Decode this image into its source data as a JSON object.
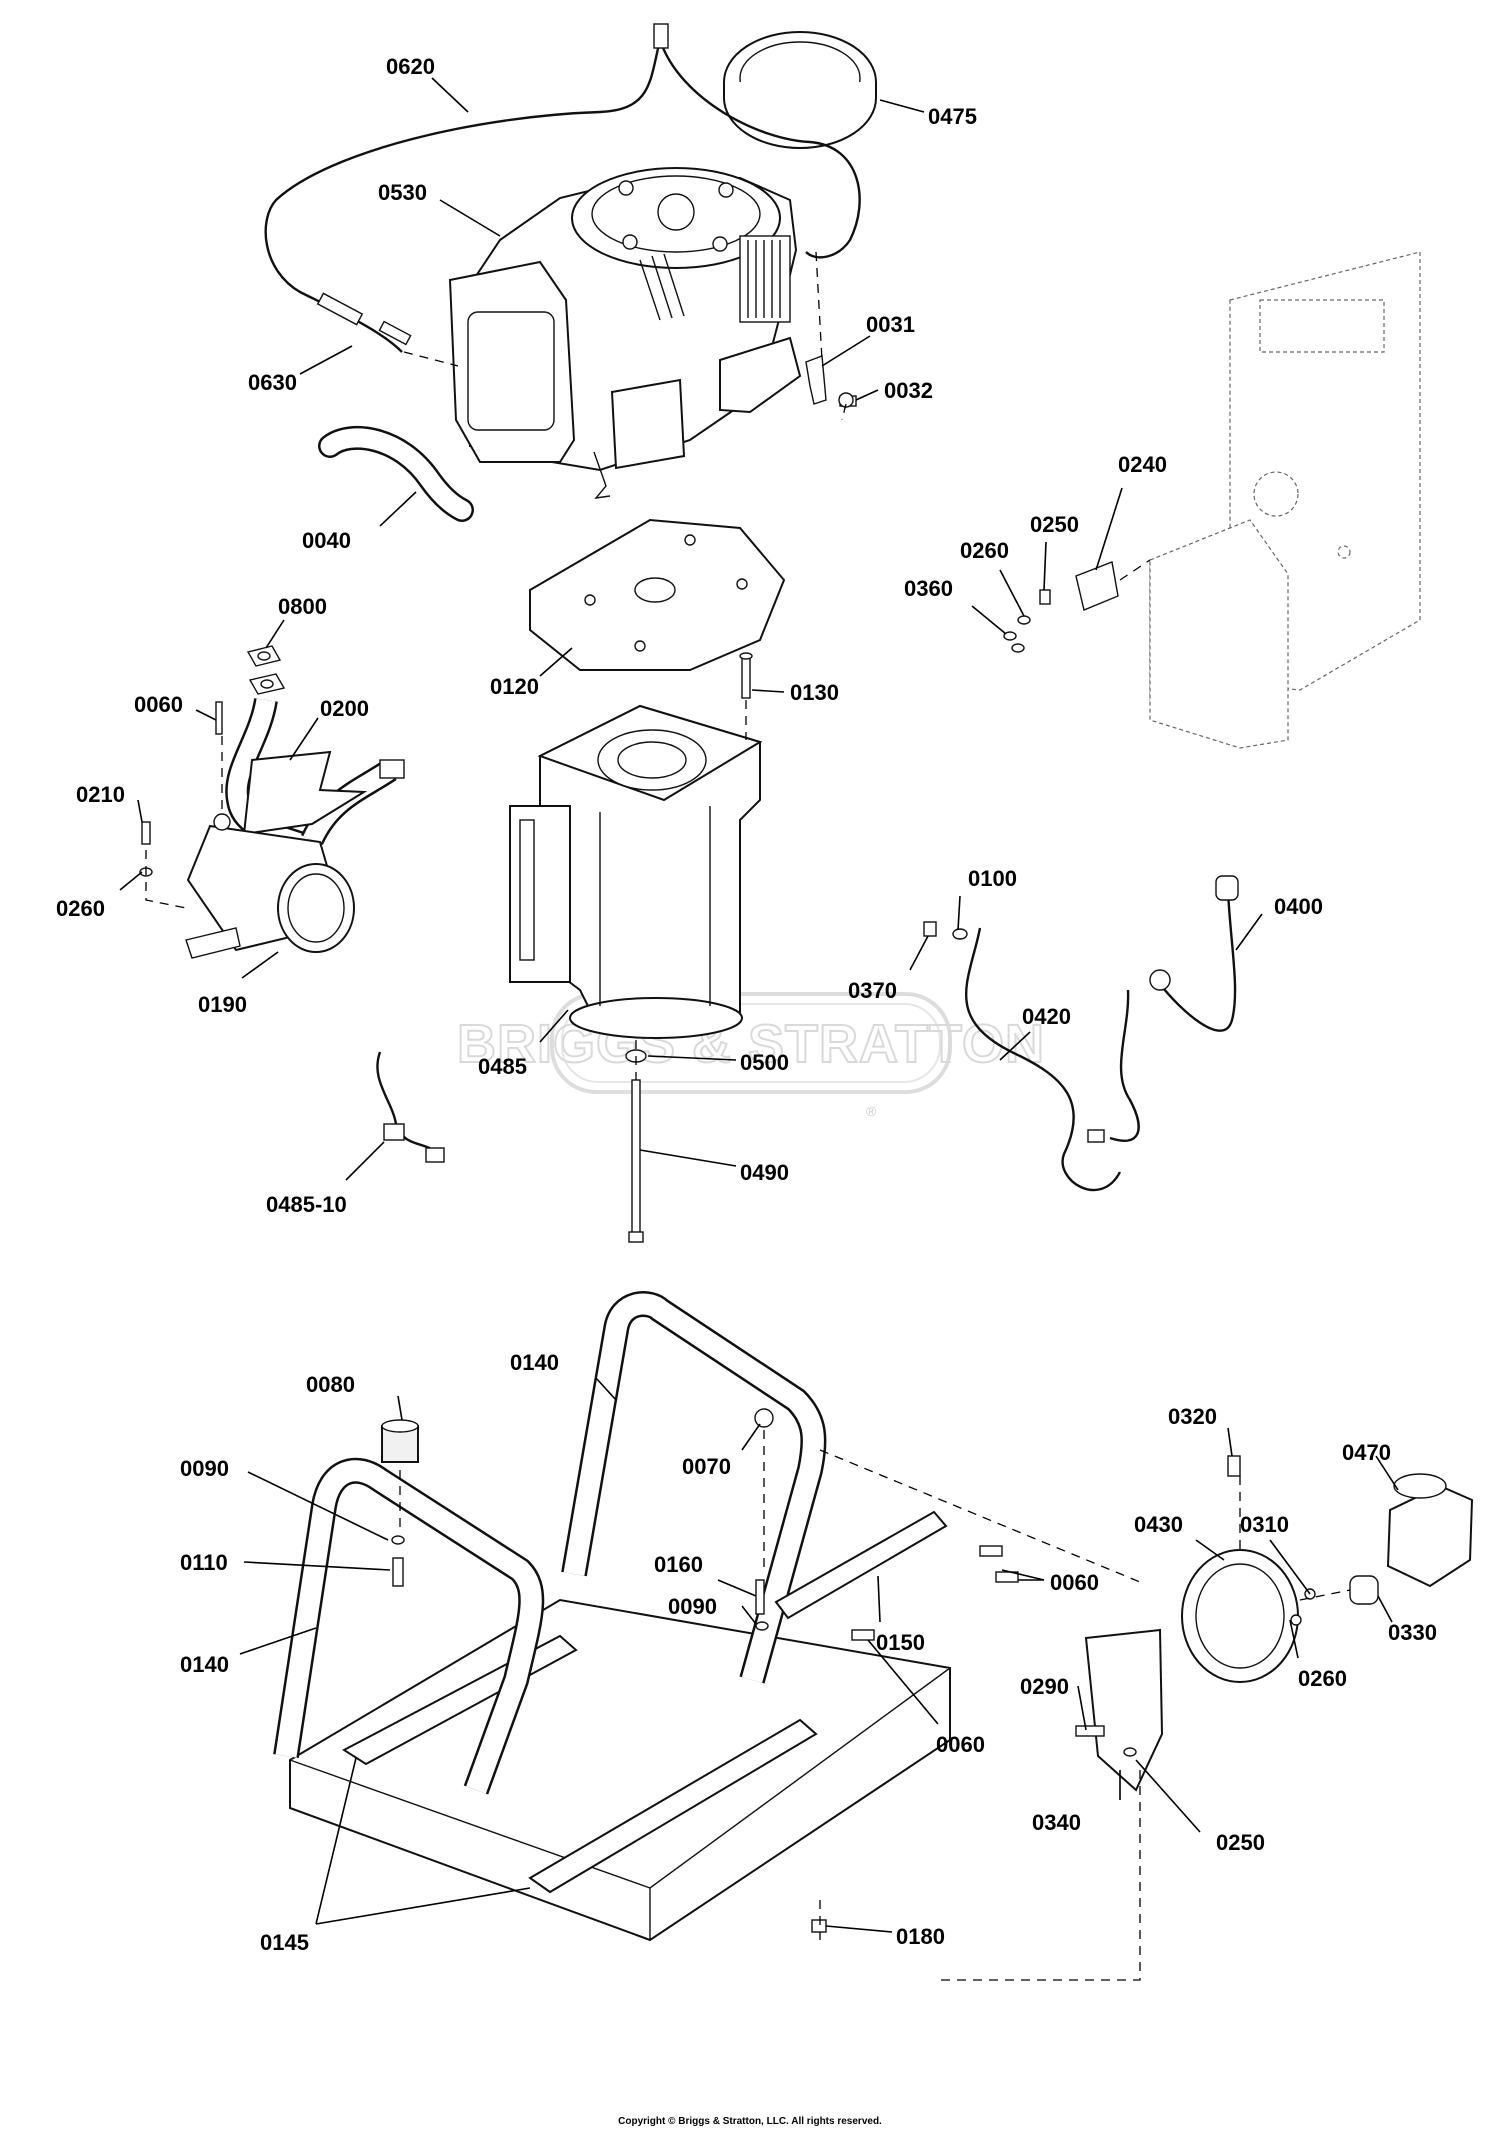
{
  "watermark": {
    "text": "BRIGGS & STRATTON",
    "registered_mark": "®"
  },
  "copyright": "Copyright © Briggs & Stratton, LLC. All rights reserved.",
  "parts": [
    {
      "id": "label-0620",
      "text": "0620"
    },
    {
      "id": "label-0475",
      "text": "0475"
    },
    {
      "id": "label-0530",
      "text": "0530"
    },
    {
      "id": "label-0630",
      "text": "0630"
    },
    {
      "id": "label-0031",
      "text": "0031"
    },
    {
      "id": "label-0032",
      "text": "0032"
    },
    {
      "id": "label-0040",
      "text": "0040"
    },
    {
      "id": "label-0240",
      "text": "0240"
    },
    {
      "id": "label-0250-top",
      "text": "0250"
    },
    {
      "id": "label-0260-top",
      "text": "0260"
    },
    {
      "id": "label-0360",
      "text": "0360"
    },
    {
      "id": "label-0800",
      "text": "0800"
    },
    {
      "id": "label-0120",
      "text": "0120"
    },
    {
      "id": "label-0130",
      "text": "0130"
    },
    {
      "id": "label-0060-muffler",
      "text": "0060"
    },
    {
      "id": "label-0200",
      "text": "0200"
    },
    {
      "id": "label-0210",
      "text": "0210"
    },
    {
      "id": "label-0260-muffler",
      "text": "0260"
    },
    {
      "id": "label-0190",
      "text": "0190"
    },
    {
      "id": "label-0100",
      "text": "0100"
    },
    {
      "id": "label-0400",
      "text": "0400"
    },
    {
      "id": "label-0370",
      "text": "0370"
    },
    {
      "id": "label-0420",
      "text": "0420"
    },
    {
      "id": "label-0485",
      "text": "0485"
    },
    {
      "id": "label-0500",
      "text": "0500"
    },
    {
      "id": "label-0490",
      "text": "0490"
    },
    {
      "id": "label-0485-10",
      "text": "0485-10"
    },
    {
      "id": "label-0140-top",
      "text": "0140"
    },
    {
      "id": "label-0080",
      "text": "0080"
    },
    {
      "id": "label-0320",
      "text": "0320"
    },
    {
      "id": "label-0470",
      "text": "0470"
    },
    {
      "id": "label-0090-left",
      "text": "0090"
    },
    {
      "id": "label-0070",
      "text": "0070"
    },
    {
      "id": "label-0430",
      "text": "0430"
    },
    {
      "id": "label-0310",
      "text": "0310"
    },
    {
      "id": "label-0110",
      "text": "0110"
    },
    {
      "id": "label-0160",
      "text": "0160"
    },
    {
      "id": "label-0060-frame-a",
      "text": "0060"
    },
    {
      "id": "label-0090-mid",
      "text": "0090"
    },
    {
      "id": "label-0330",
      "text": "0330"
    },
    {
      "id": "label-0140-left",
      "text": "0140"
    },
    {
      "id": "label-0150",
      "text": "0150"
    },
    {
      "id": "label-0260-regulator",
      "text": "0260"
    },
    {
      "id": "label-0290",
      "text": "0290"
    },
    {
      "id": "label-0060-frame-b",
      "text": "0060"
    },
    {
      "id": "label-0340",
      "text": "0340"
    },
    {
      "id": "label-0250-bracket",
      "text": "0250"
    },
    {
      "id": "label-0145",
      "text": "0145"
    },
    {
      "id": "label-0180",
      "text": "0180"
    }
  ]
}
